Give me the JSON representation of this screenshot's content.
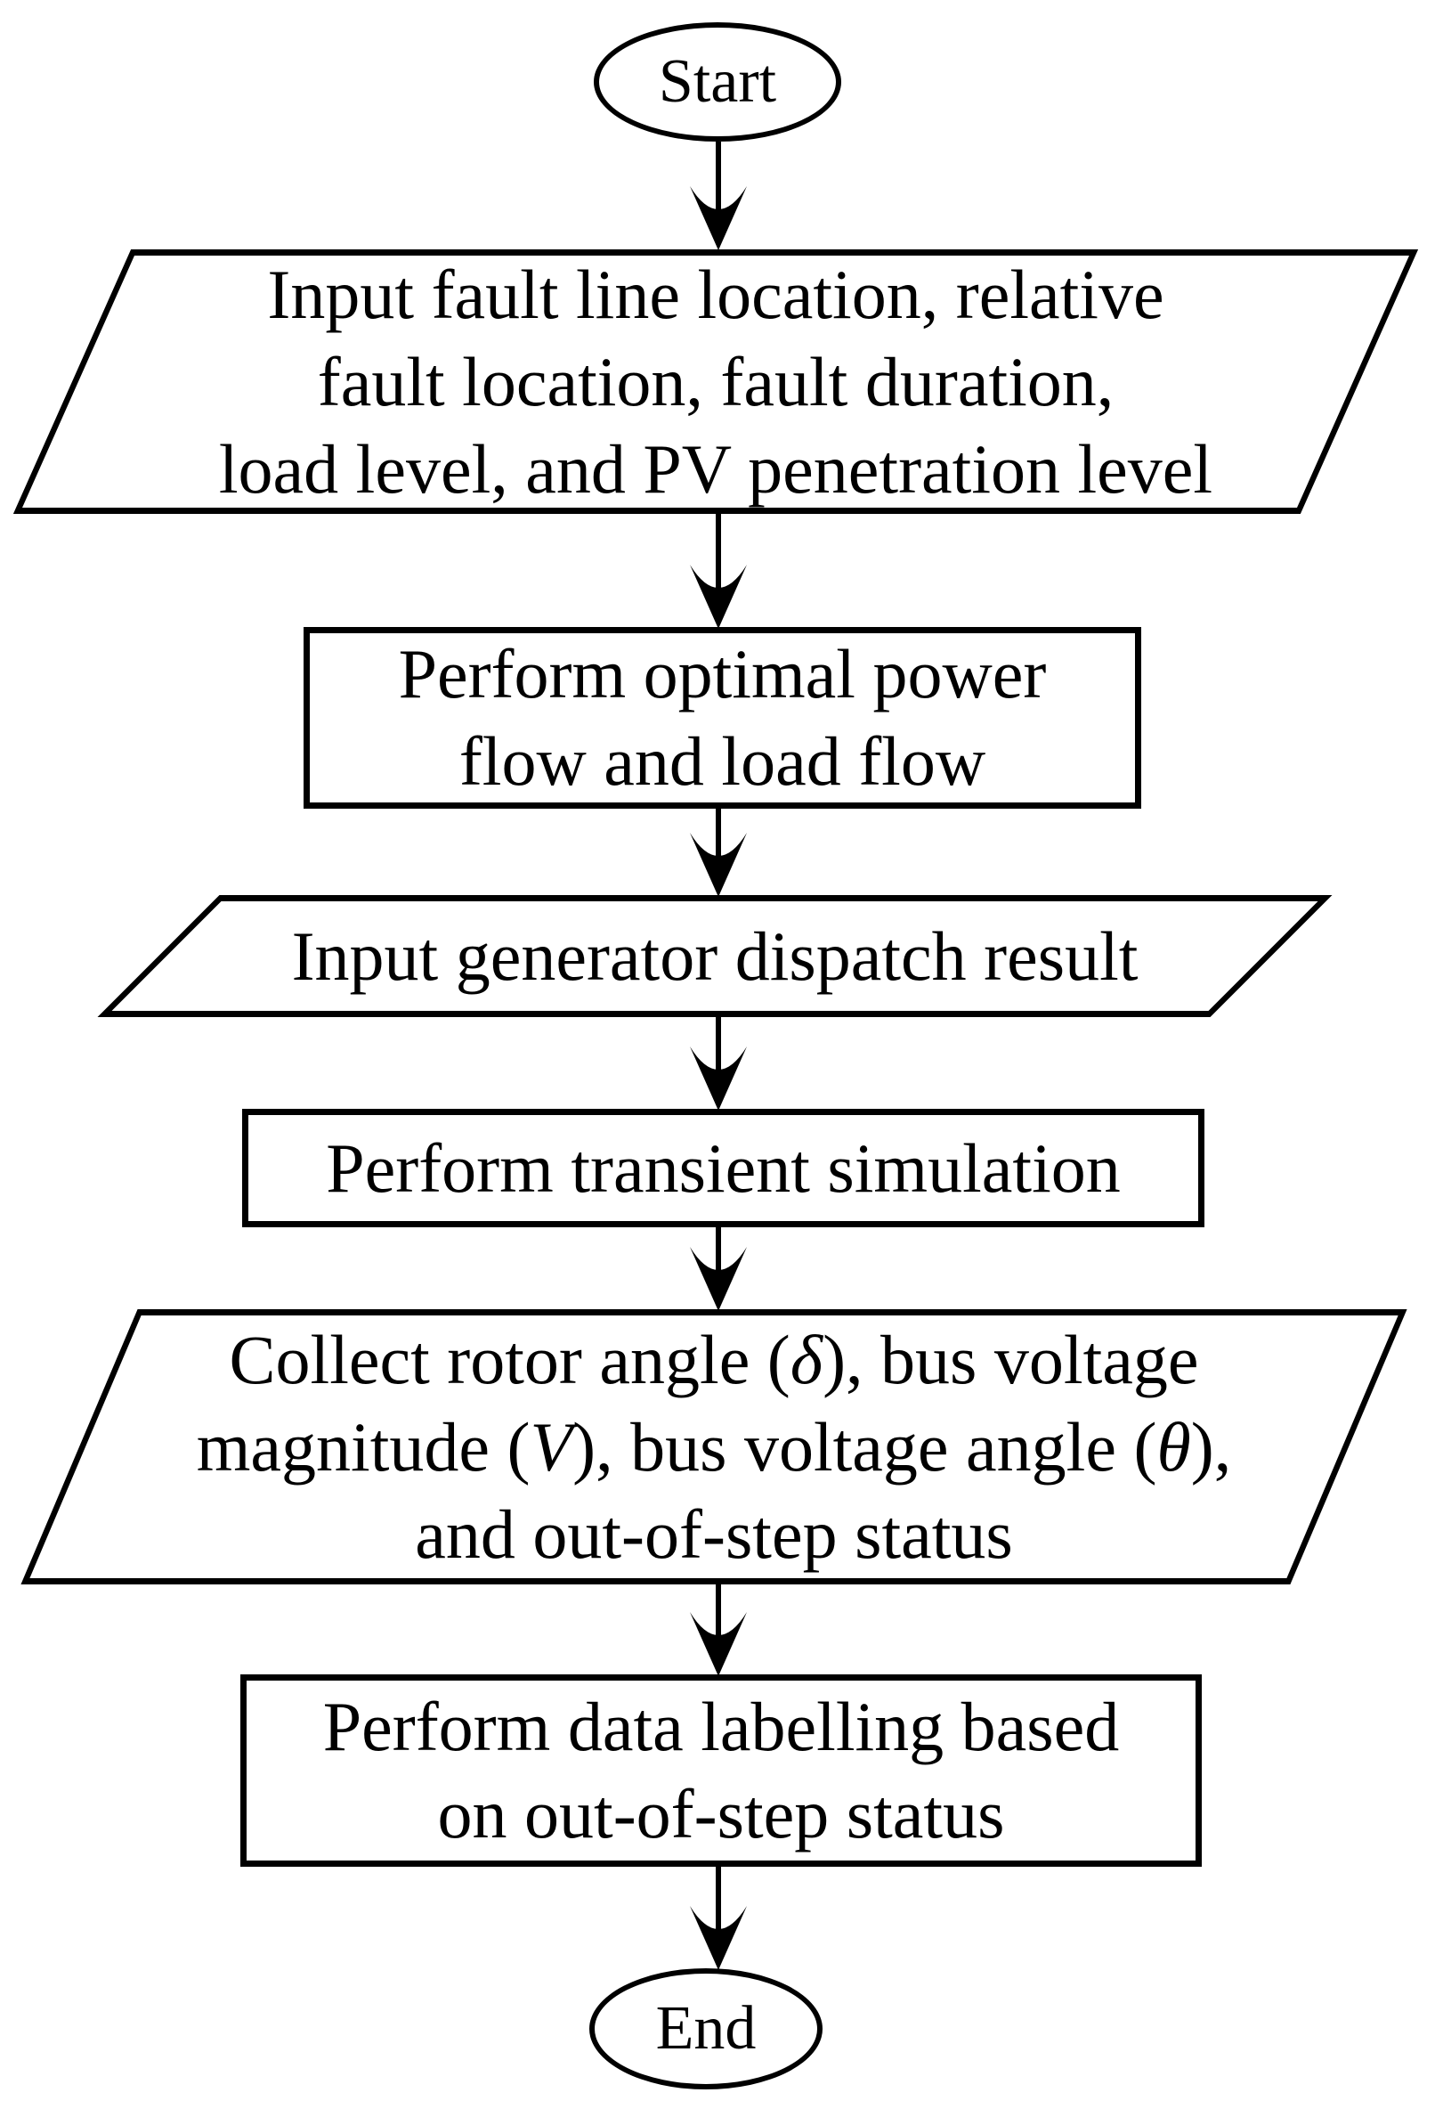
{
  "flow": {
    "colors": {
      "background": "#ffffff",
      "ink": "#000000"
    },
    "nodes": {
      "start": {
        "shape": "terminator",
        "label": "Start"
      },
      "input_scenario": {
        "shape": "parallelogram-io",
        "lines": [
          "Input fault line location, relative",
          "fault location, fault duration,",
          "load level, and PV penetration level"
        ]
      },
      "opf": {
        "shape": "process",
        "lines": [
          "Perform optimal power",
          "flow and load flow"
        ]
      },
      "dispatch": {
        "shape": "parallelogram-io",
        "lines": [
          "Input generator dispatch result"
        ]
      },
      "transient": {
        "shape": "process",
        "lines": [
          "Perform transient simulation"
        ]
      },
      "collect": {
        "shape": "parallelogram-io",
        "plain_text": "Collect rotor angle (δ), bus voltage magnitude (V), bus voltage angle (θ), and out-of-step status",
        "rich_lines": [
          [
            {
              "t": "Collect rotor angle ("
            },
            {
              "t": "δ",
              "i": true
            },
            {
              "t": "), bus voltage"
            }
          ],
          [
            {
              "t": "magnitude ("
            },
            {
              "t": "V",
              "i": true
            },
            {
              "t": "), bus voltage angle ("
            },
            {
              "t": "θ",
              "i": true
            },
            {
              "t": "),"
            }
          ],
          [
            {
              "t": "and out-of-step status"
            }
          ]
        ]
      },
      "labelling": {
        "shape": "process",
        "lines": [
          "Perform data labelling based",
          "on out-of-step status"
        ]
      },
      "end": {
        "shape": "terminator",
        "label": "End"
      }
    },
    "edges": [
      {
        "from": "start",
        "to": "input_scenario"
      },
      {
        "from": "input_scenario",
        "to": "opf"
      },
      {
        "from": "opf",
        "to": "dispatch"
      },
      {
        "from": "dispatch",
        "to": "transient"
      },
      {
        "from": "transient",
        "to": "collect"
      },
      {
        "from": "collect",
        "to": "labelling"
      },
      {
        "from": "labelling",
        "to": "end"
      }
    ]
  }
}
